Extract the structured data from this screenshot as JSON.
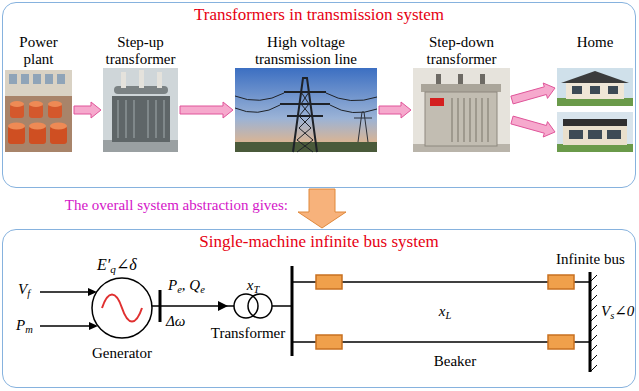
{
  "diagram": {
    "nodes": [
      {
        "text": [
          "Transformers in transmission system"
        ]
      },
      {
        "text": [
          "Power plant"
        ],
        "in": 0
      },
      {
        "text": [
          "Step-up transformer"
        ],
        "in": 0
      },
      {
        "text": [
          "High voltage transmission line"
        ],
        "in": 0
      },
      {
        "text": [
          "Step-down transformer"
        ],
        "in": 0
      },
      {
        "text": [
          "Home"
        ],
        "in": 0
      },
      {
        "text": [
          "Single-machine infinite bus system"
        ]
      }
    ],
    "edges": [
      {
        "from": 1,
        "to": 2,
        "arrow": "to"
      },
      {
        "from": 2,
        "to": 3,
        "arrow": "to"
      },
      {
        "from": 3,
        "to": 4,
        "arrow": "to"
      },
      {
        "from": 4,
        "to": 5,
        "arrow": "to"
      },
      {
        "from": 4,
        "to": 5,
        "arrow": "to"
      },
      {
        "from": 0,
        "to": 6,
        "arrow": "to",
        "label": "The overall system abstraction gives:"
      }
    ],
    "labels": [
      "E′q∠δ",
      "Vf",
      "Pm",
      "Pe, Qe",
      "Δω",
      "xT",
      "Transformer",
      "xL",
      "Beaker",
      "Infinite bus",
      "Vs∠0",
      "Generator"
    ]
  }
}
